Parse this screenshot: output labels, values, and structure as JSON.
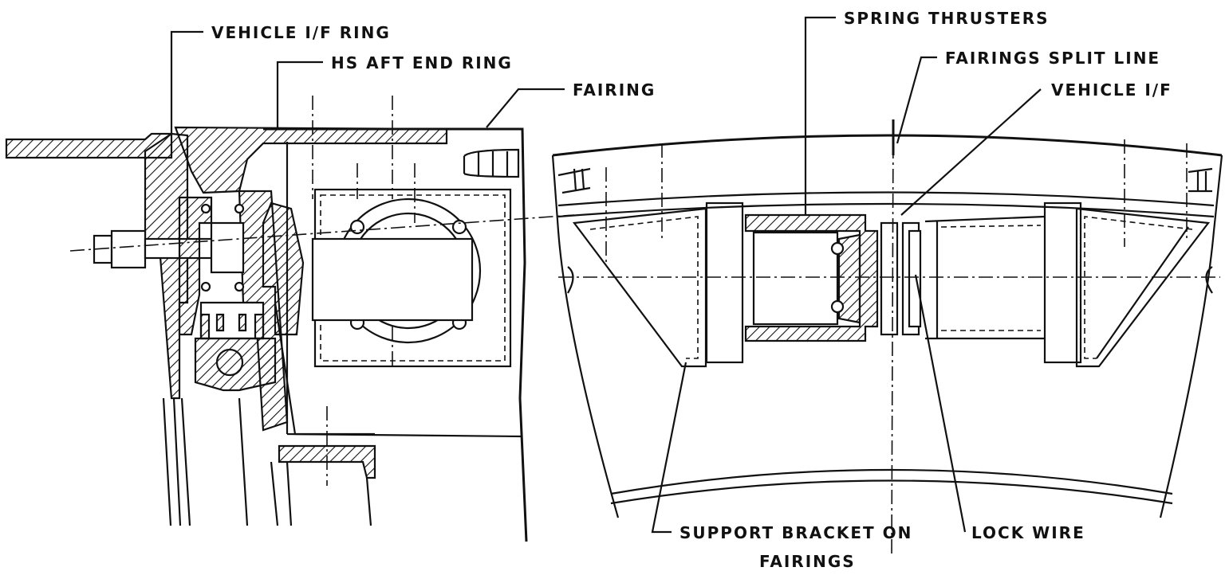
{
  "labels": {
    "vehicle_if_ring": "VEHICLE I/F RING",
    "hs_aft_end_ring": "HS AFT END RING",
    "fairing": "FAIRING",
    "spring_thrusters": "SPRING THRUSTERS",
    "fairings_split_line": "FAIRINGS SPLIT LINE",
    "vehicle_if": "VEHICLE I/F",
    "support_bracket_line1": "SUPPORT BRACKET ON",
    "support_bracket_line2": "FAIRINGS",
    "lock_wire": "LOCK WIRE"
  },
  "colors": {
    "ink": "#111111",
    "paper": "#ffffff"
  }
}
